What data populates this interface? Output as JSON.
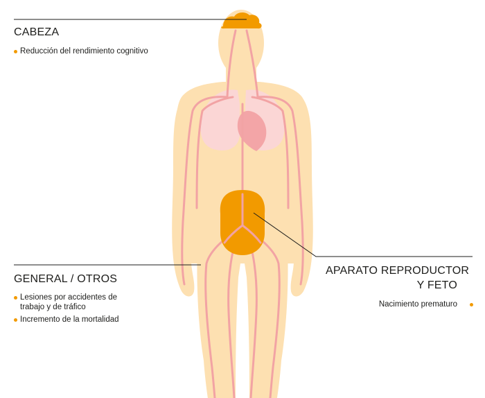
{
  "colors": {
    "skin": "#fde0b1",
    "vessel": "#f2a3a4",
    "lung": "#fbd6d5",
    "heart": "#f3a5a7",
    "organ": "#f29a00",
    "brain": "#f29a00",
    "leader_line": "#1d1d1b",
    "bullet": "#f29a00"
  },
  "sections": {
    "cabeza": {
      "title": "CABEZA",
      "items": [
        "Reducción del rendimiento cognitivo"
      ]
    },
    "general": {
      "title": "GENERAL / OTROS",
      "items": [
        "Lesiones por accidentes de trabajo y de tráfico",
        "Incremento de la mortalidad"
      ]
    },
    "aparato": {
      "title_line1": "APARATO REPRODUCTOR",
      "title_line2": "Y FETO",
      "items": [
        "Nacimiento prematuro"
      ]
    }
  }
}
